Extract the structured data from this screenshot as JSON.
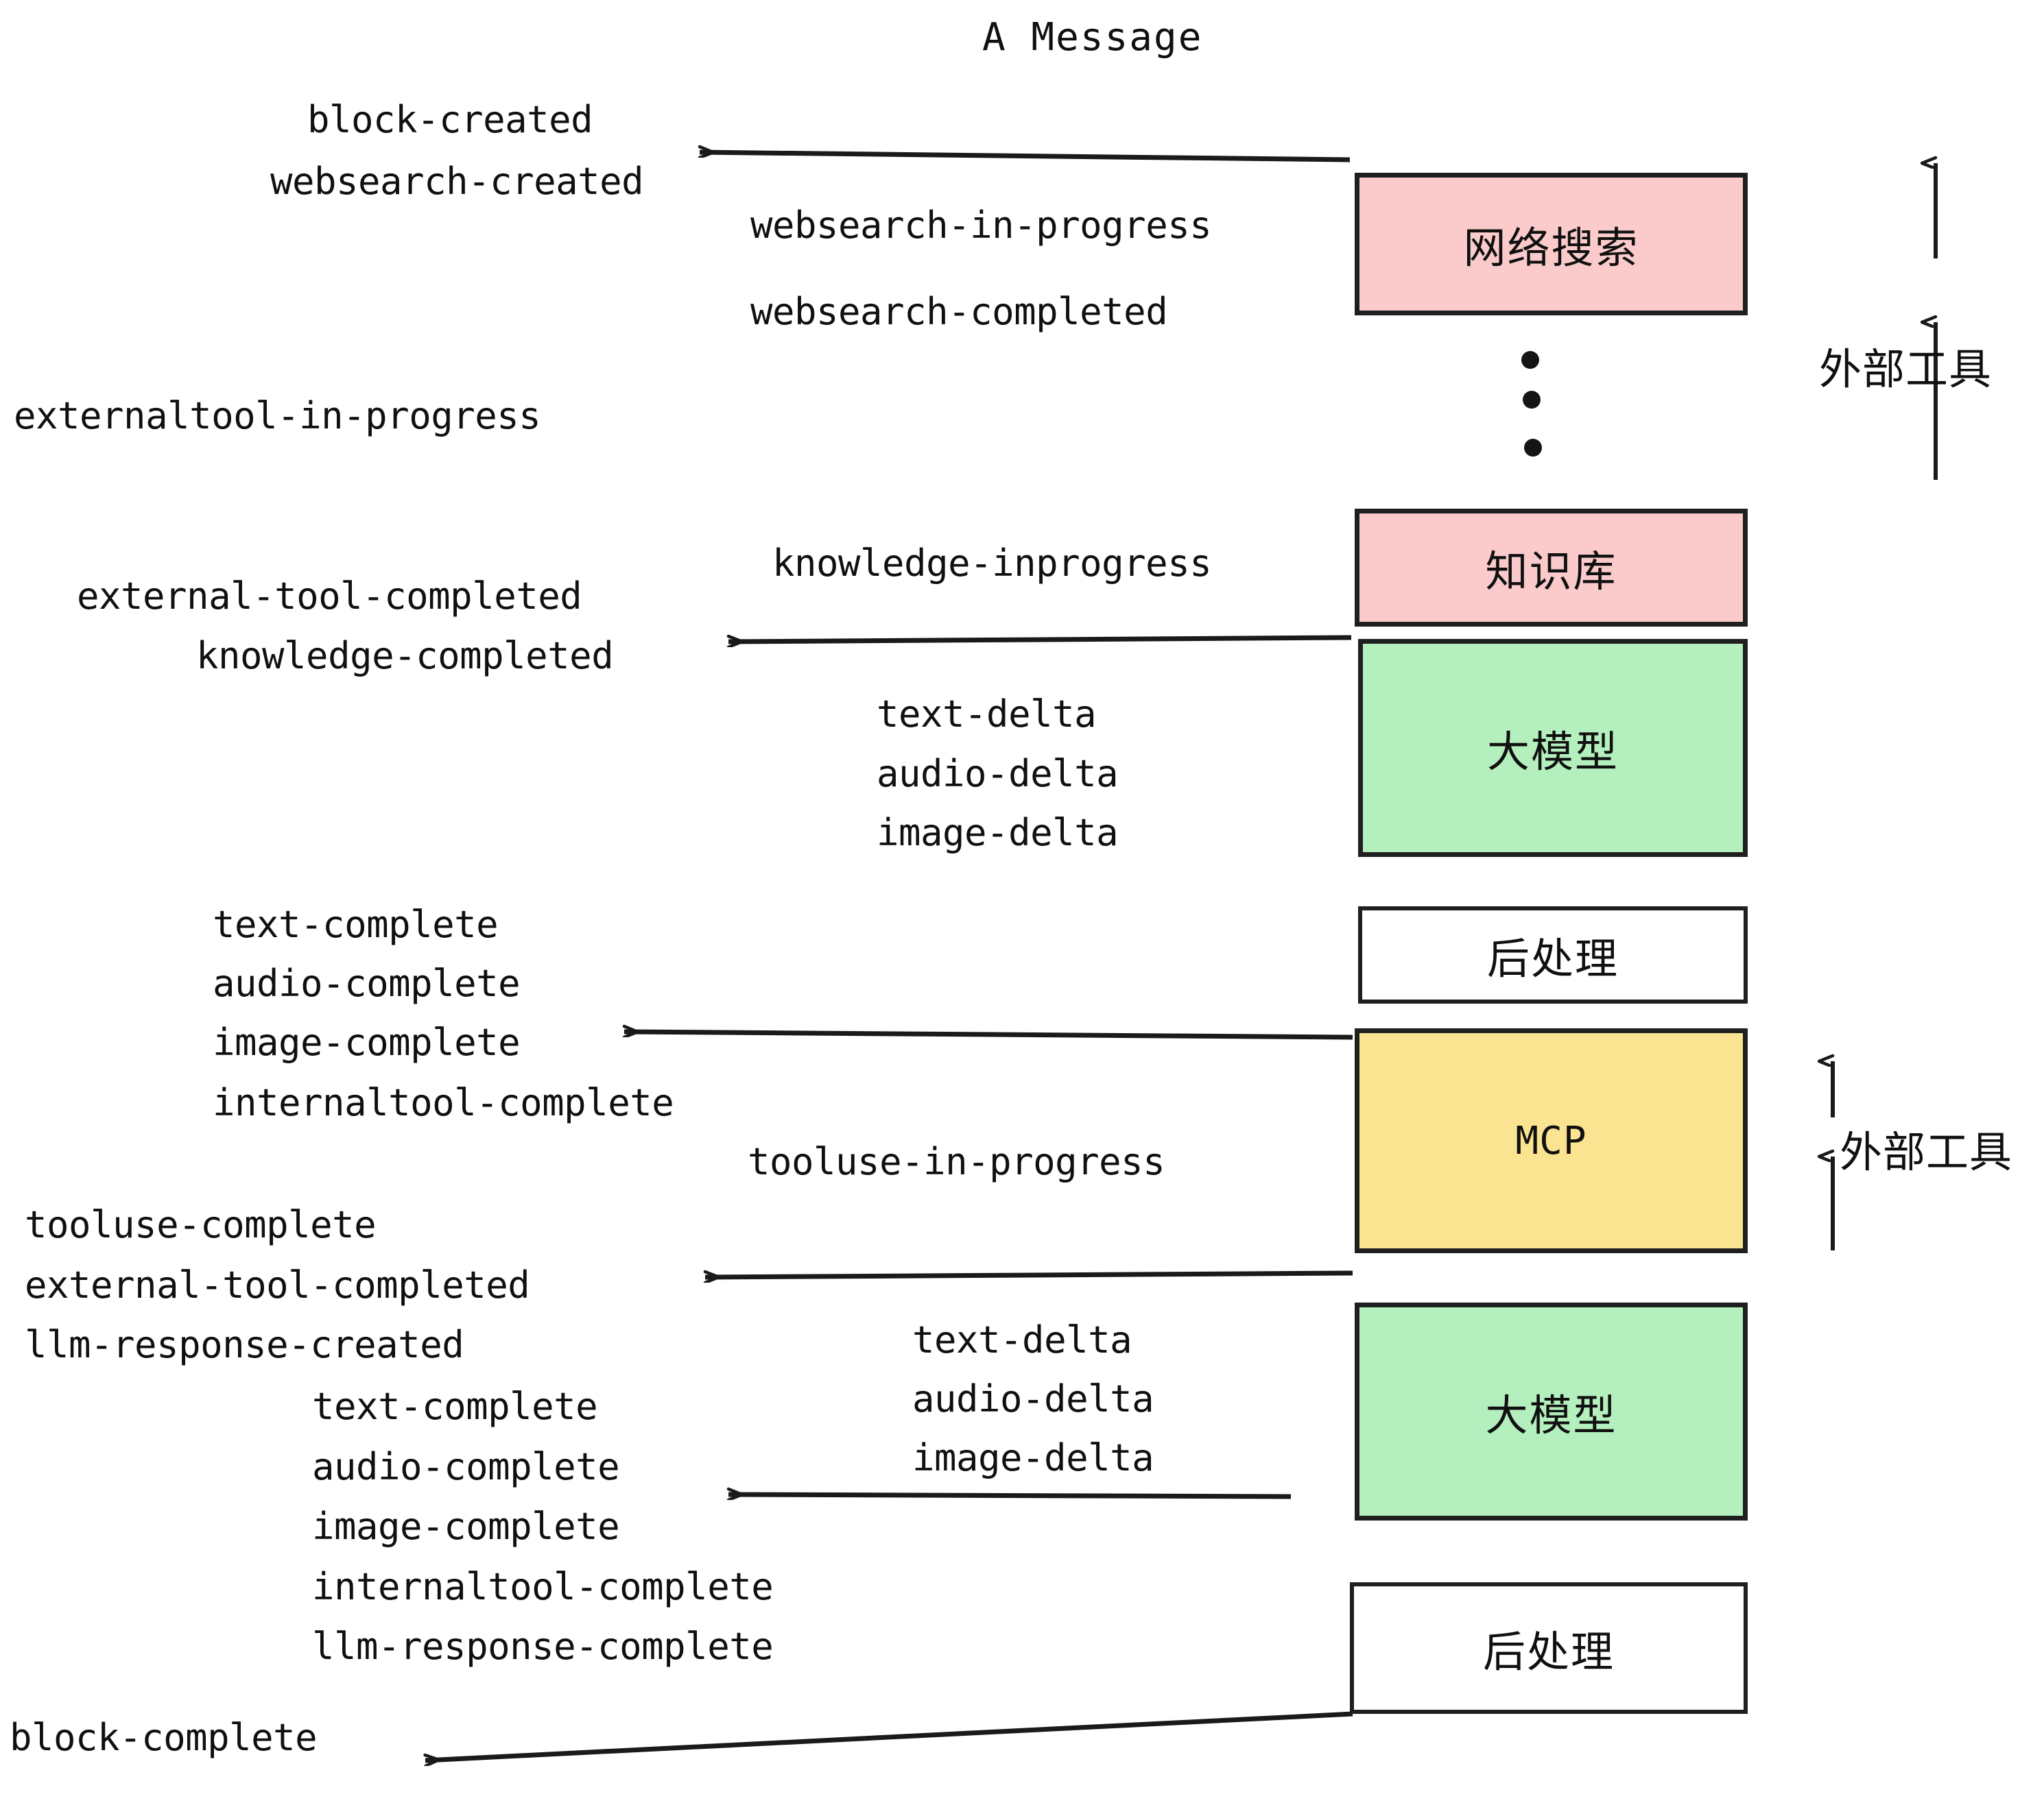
{
  "diagram": {
    "title": "A Message",
    "colors": {
      "pink": "#FBCBCB",
      "green": "#B4EFBE",
      "yellow": "#FBE491",
      "white": "#FFFFFF",
      "stroke": "#1F1F1F",
      "text": "#101010"
    },
    "boxes": [
      {
        "id": "websearch",
        "label": "网络搜索",
        "kind": "cn",
        "fill": "pink"
      },
      {
        "id": "knowledge",
        "label": "知识库",
        "kind": "cn",
        "fill": "pink"
      },
      {
        "id": "llm-1",
        "label": "大模型",
        "kind": "cn",
        "fill": "green"
      },
      {
        "id": "postproc-1",
        "label": "后处理",
        "kind": "cn",
        "fill": "white"
      },
      {
        "id": "mcp",
        "label": "MCP",
        "kind": "en",
        "fill": "yellow"
      },
      {
        "id": "llm-2",
        "label": "大模型",
        "kind": "cn",
        "fill": "green"
      },
      {
        "id": "postproc-2",
        "label": "后处理",
        "kind": "cn",
        "fill": "white"
      }
    ],
    "side_labels": [
      {
        "id": "external-tool-upper",
        "label": "外部工具"
      },
      {
        "id": "external-tool-lower",
        "label": "外部工具"
      }
    ],
    "events": [
      {
        "id": "e01",
        "text": "block-created"
      },
      {
        "id": "e02",
        "text": "websearch-created"
      },
      {
        "id": "e03",
        "text": "websearch-in-progress"
      },
      {
        "id": "e04",
        "text": "websearch-completed"
      },
      {
        "id": "e05",
        "text": "externaltool-in-progress"
      },
      {
        "id": "e06",
        "text": "knowledge-inprogress"
      },
      {
        "id": "e07",
        "text": "external-tool-completed"
      },
      {
        "id": "e08",
        "text": "knowledge-completed"
      },
      {
        "id": "e09",
        "text": "text-delta"
      },
      {
        "id": "e10",
        "text": "audio-delta"
      },
      {
        "id": "e11",
        "text": "image-delta"
      },
      {
        "id": "e12",
        "text": "text-complete"
      },
      {
        "id": "e13",
        "text": "audio-complete"
      },
      {
        "id": "e14",
        "text": "image-complete"
      },
      {
        "id": "e15",
        "text": "internaltool-complete"
      },
      {
        "id": "e16",
        "text": "tooluse-in-progress"
      },
      {
        "id": "e17",
        "text": "tooluse-complete"
      },
      {
        "id": "e18",
        "text": "external-tool-completed"
      },
      {
        "id": "e19",
        "text": "llm-response-created"
      },
      {
        "id": "e20",
        "text": "text-complete"
      },
      {
        "id": "e21",
        "text": "audio-complete"
      },
      {
        "id": "e22",
        "text": "image-complete"
      },
      {
        "id": "e23",
        "text": "internaltool-complete"
      },
      {
        "id": "e24",
        "text": "llm-response-complete"
      },
      {
        "id": "e25",
        "text": "block-complete"
      },
      {
        "id": "e26",
        "text": "text-delta"
      },
      {
        "id": "e27",
        "text": "audio-delta"
      },
      {
        "id": "e28",
        "text": "image-delta"
      }
    ]
  }
}
